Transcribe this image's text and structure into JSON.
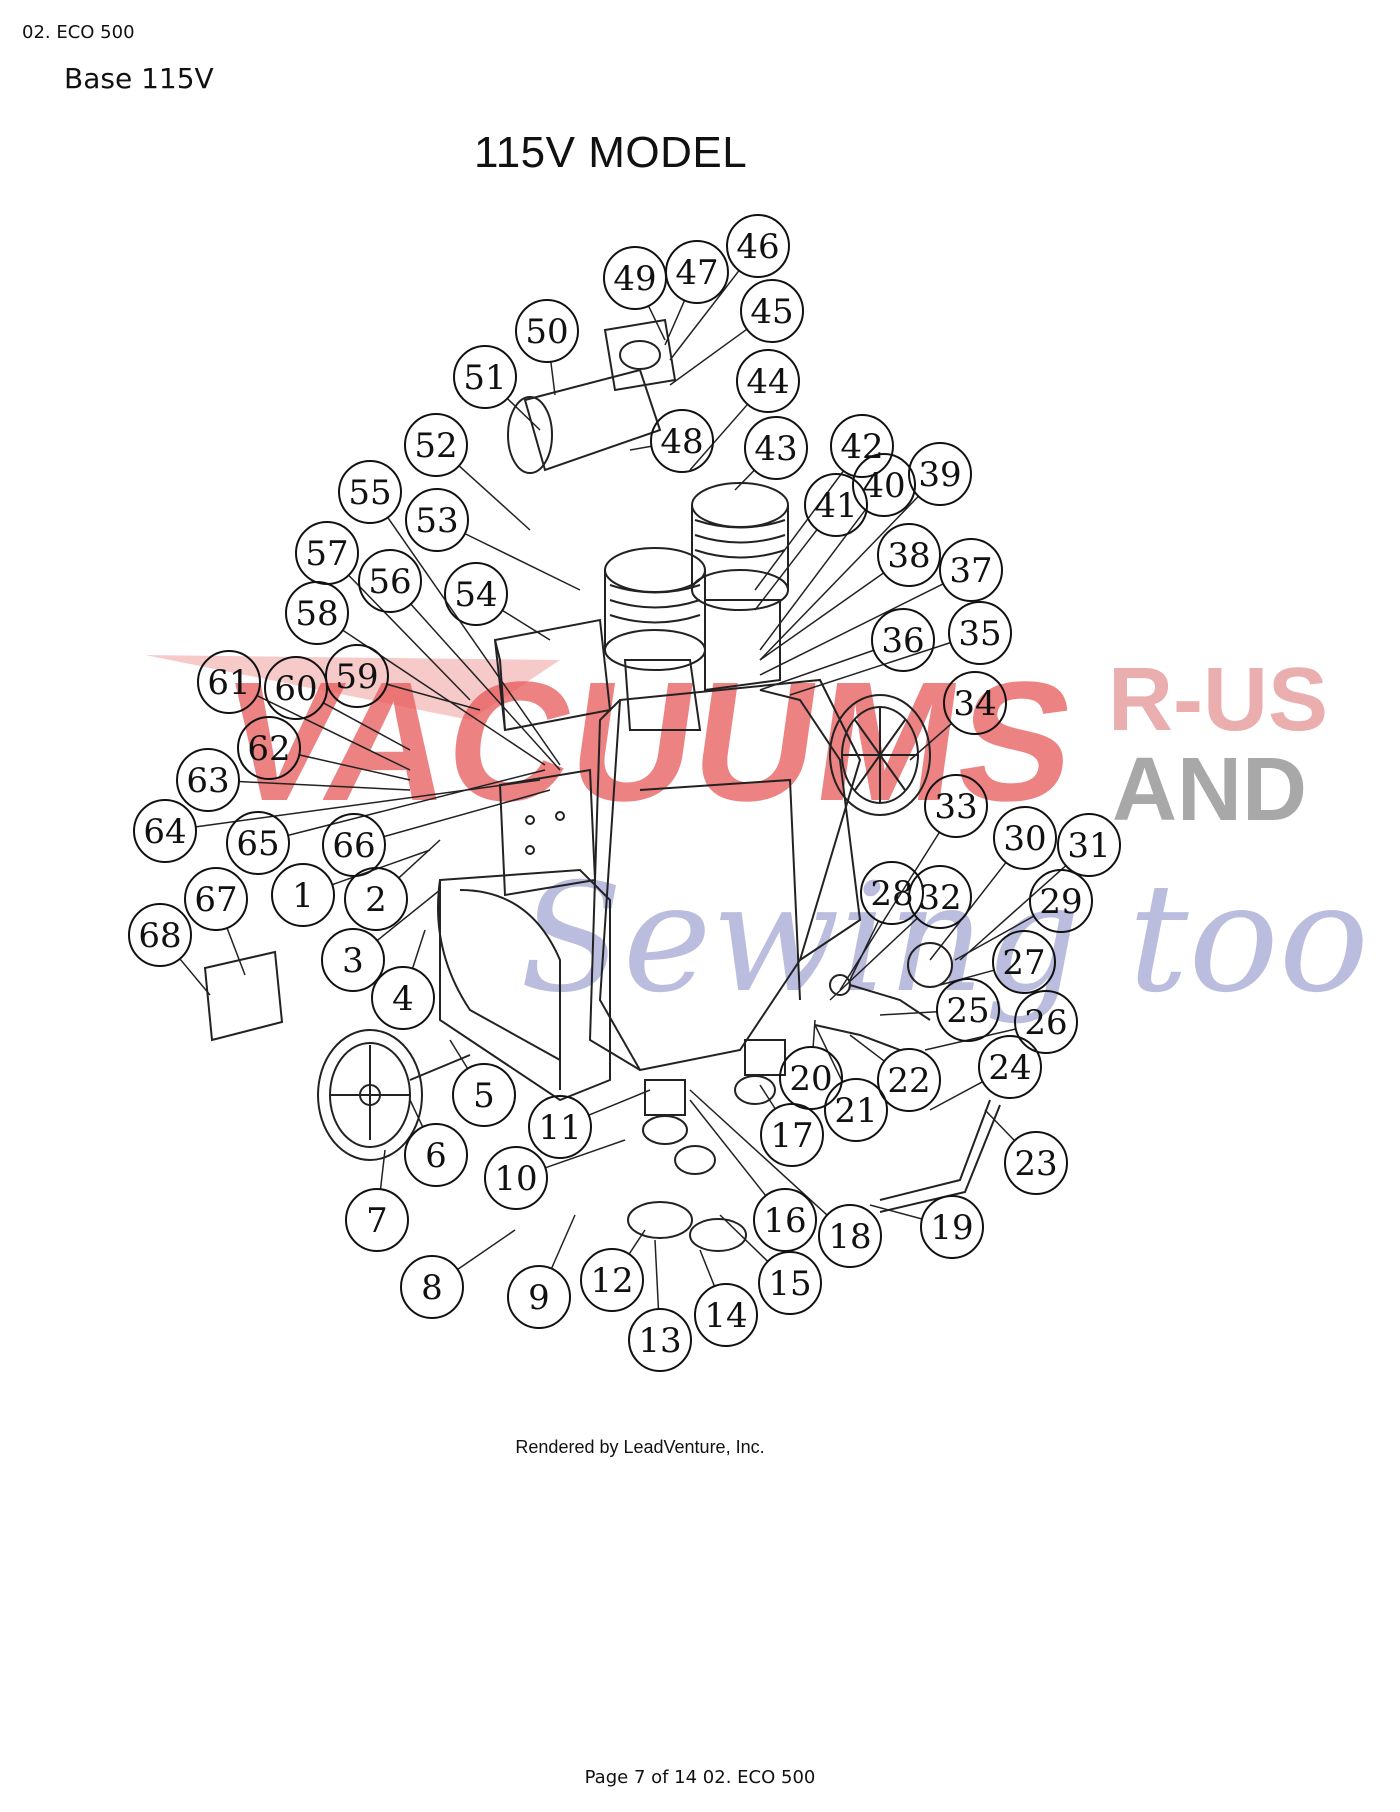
{
  "header": {
    "breadcrumb": "02. ECO 500",
    "section_title": "Base 115V"
  },
  "diagram": {
    "title": "115V MODEL",
    "callouts": [
      "1",
      "2",
      "3",
      "4",
      "5",
      "6",
      "7",
      "8",
      "9",
      "10",
      "11",
      "12",
      "13",
      "14",
      "15",
      "16",
      "17",
      "18",
      "19",
      "20",
      "21",
      "22",
      "23",
      "24",
      "25",
      "26",
      "27",
      "28",
      "29",
      "30",
      "31",
      "32",
      "33",
      "34",
      "35",
      "36",
      "37",
      "38",
      "39",
      "40",
      "41",
      "42",
      "43",
      "44",
      "45",
      "46",
      "47",
      "48",
      "49",
      "50",
      "51",
      "52",
      "53",
      "54",
      "55",
      "56",
      "57",
      "58",
      "59",
      "60",
      "61",
      "62",
      "63",
      "64",
      "65",
      "66",
      "67",
      "68"
    ],
    "rendered_by": "Rendered by LeadVenture, Inc."
  },
  "watermark": {
    "line1": "VACUUMS",
    "line2": "R-US",
    "line3": "AND",
    "line4": "Sewing too",
    "colors": {
      "red": "#e23b3b",
      "grey": "#8a8a8a",
      "blue": "#6e72b8"
    }
  },
  "footer": {
    "page_label": "Page 7 of 14 02. ECO 500"
  }
}
